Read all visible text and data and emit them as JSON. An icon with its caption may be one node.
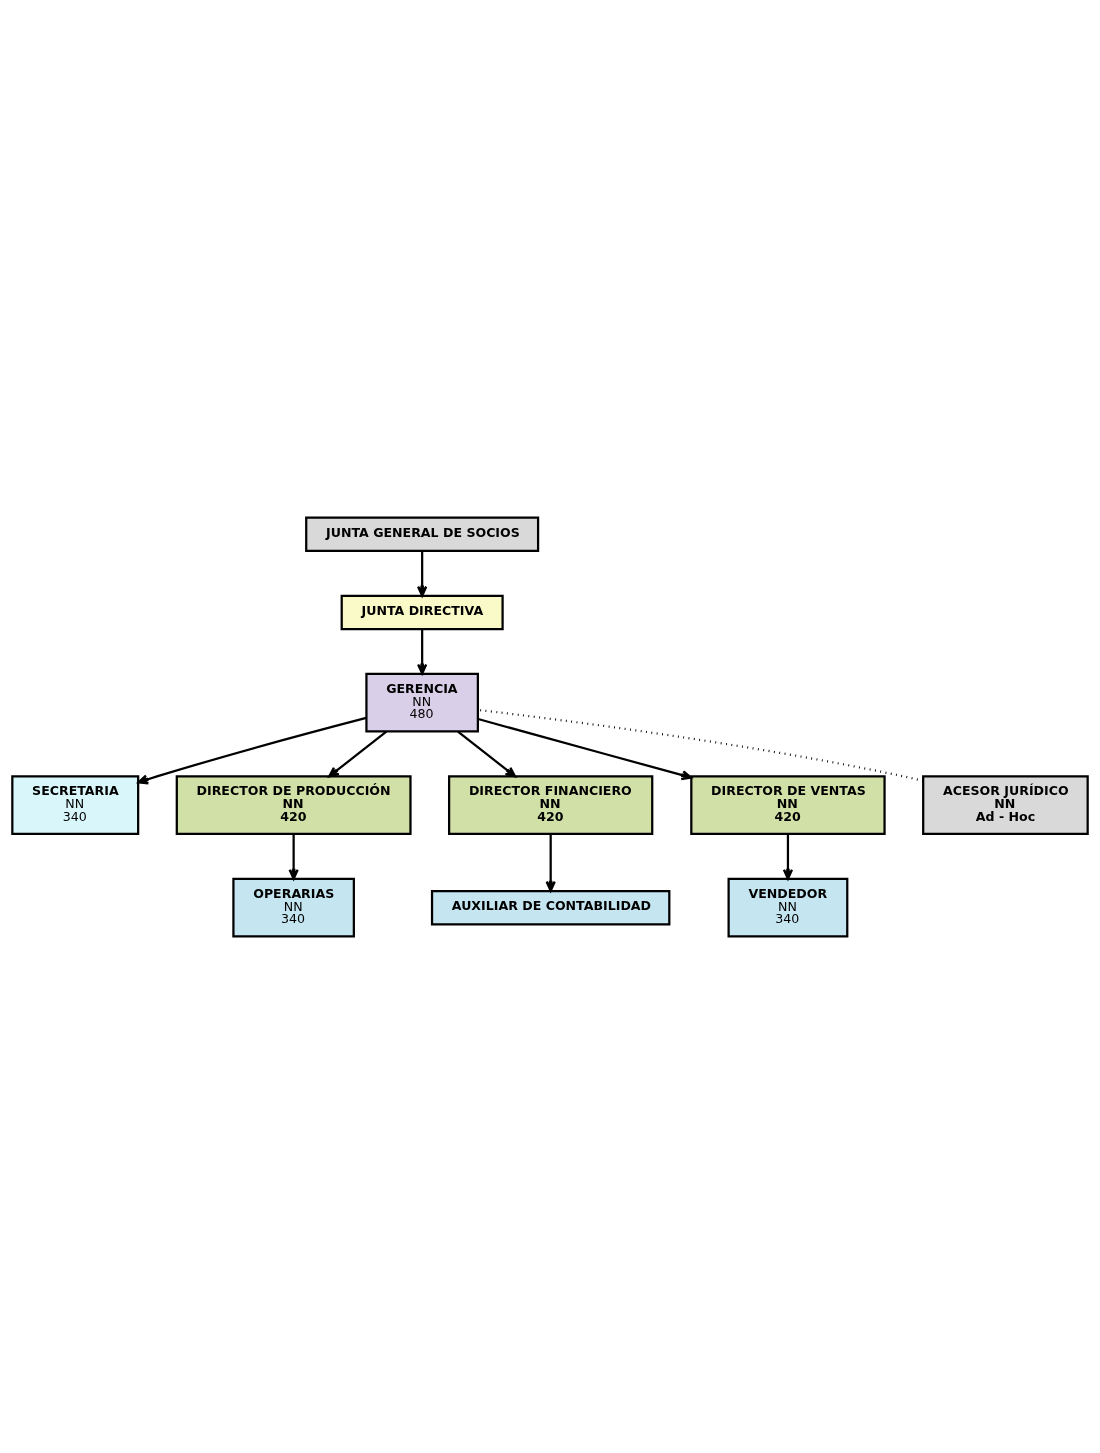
{
  "diagram": {
    "nodes": [
      {
        "text": [
          "JUNTA GENERAL DE SOCIOS"
        ]
      },
      {
        "text": [
          "JUNTA DIRECTIVA"
        ]
      },
      {
        "text": [
          "GERENCIA",
          "NN",
          "480"
        ]
      },
      {
        "text": [
          "SECRETARIA",
          "NN",
          "340"
        ]
      },
      {
        "text": [
          "ACESOR JURÍDICO",
          "NN",
          "Ad - Hoc"
        ]
      },
      {
        "text": [
          "DIRECTOR DE PRODUCCIÓN",
          "NN",
          "420"
        ]
      },
      {
        "text": [
          "DIRECTOR FINANCIERO",
          "NN",
          "420"
        ]
      },
      {
        "text": [
          "DIRECTOR DE VENTAS",
          "NN",
          "420"
        ]
      },
      {
        "text": [
          "OPERARIAS",
          "NN",
          "340"
        ]
      },
      {
        "text": [
          "AUXILIAR DE CONTABILIDAD"
        ]
      },
      {
        "text": [
          "VENDEDOR",
          "NN",
          "340"
        ]
      }
    ],
    "edges": [
      {
        "from": 0,
        "to": 1,
        "arrow": "to"
      },
      {
        "from": 1,
        "to": 2,
        "arrow": "to"
      },
      {
        "from": 2,
        "to": 3,
        "arrow": "to"
      },
      {
        "from": 4,
        "to": 2,
        "arrow": "none",
        "style": "dashed"
      },
      {
        "from": 2,
        "to": 5,
        "arrow": "to"
      },
      {
        "from": 2,
        "to": 6,
        "arrow": "to"
      },
      {
        "from": 2,
        "to": 7,
        "arrow": "to"
      },
      {
        "from": 5,
        "to": 8,
        "arrow": "to"
      },
      {
        "from": 6,
        "to": 9,
        "arrow": "to"
      },
      {
        "from": 7,
        "to": 10,
        "arrow": "to"
      }
    ]
  }
}
